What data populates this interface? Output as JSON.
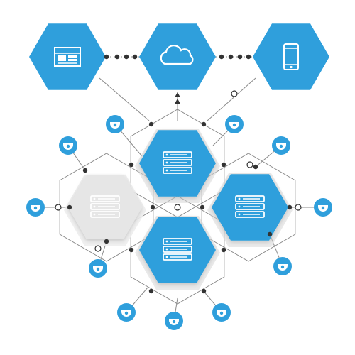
{
  "colors": {
    "accent": "#2f9fdc",
    "inactive": "#e6e6e6",
    "line": "#8a8a8a",
    "dark": "#333333",
    "white": "#ffffff"
  },
  "top_nodes": [
    {
      "name": "dashboard-node",
      "icon": "dashboard-icon"
    },
    {
      "name": "cloud-node",
      "icon": "cloud-icon"
    },
    {
      "name": "mobile-node",
      "icon": "smartphone-icon"
    }
  ],
  "server_nodes": [
    {
      "name": "server-node-top",
      "icon": "server-icon",
      "state": "active"
    },
    {
      "name": "server-node-left",
      "icon": "server-icon",
      "state": "inactive"
    },
    {
      "name": "server-node-right",
      "icon": "server-icon",
      "state": "active"
    },
    {
      "name": "server-node-bottom",
      "icon": "server-icon",
      "state": "active"
    }
  ],
  "camera_icon": "security-camera-icon",
  "camera_count": 11
}
